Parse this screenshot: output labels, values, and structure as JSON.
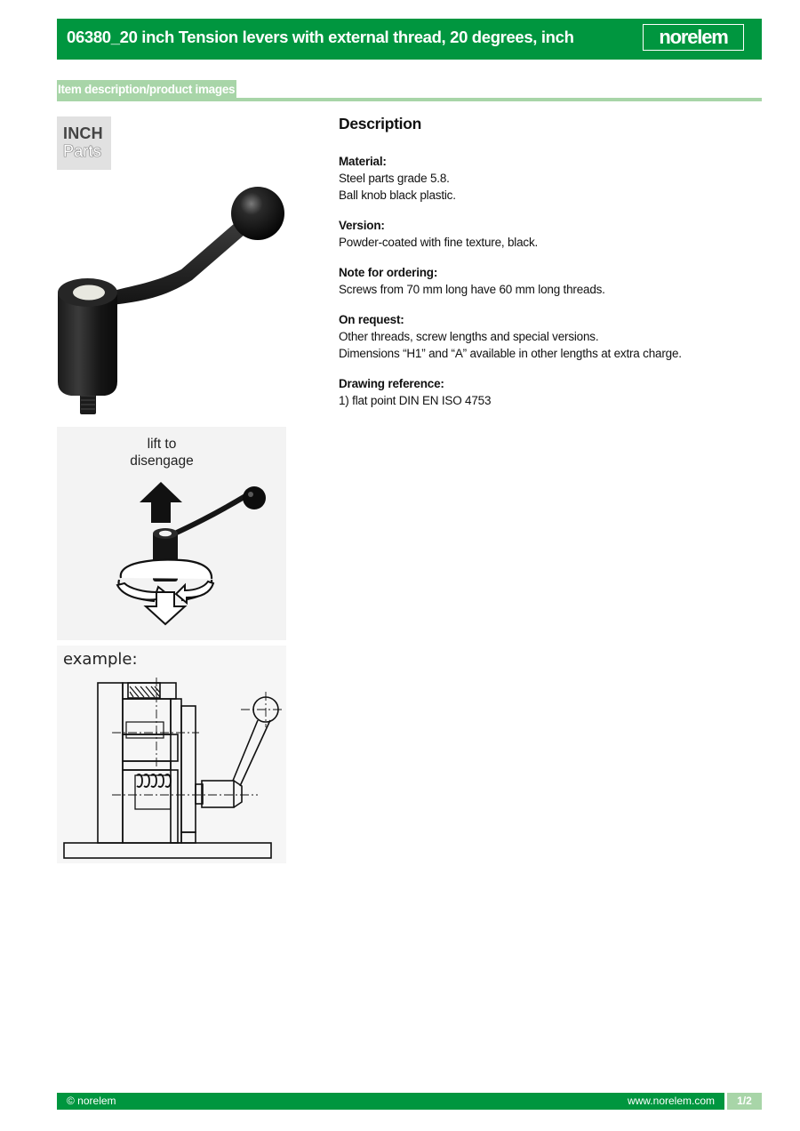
{
  "header": {
    "title": "06380_20 inch Tension levers with external thread, 20 degrees, inch",
    "logo": "norelem"
  },
  "section": {
    "tab_label": "Item description/product images"
  },
  "badge": {
    "line1": "INCH",
    "line2": "Parts"
  },
  "diagram": {
    "lift_line1": "lift to",
    "lift_line2": "disengage"
  },
  "example": {
    "label": "example:"
  },
  "description": {
    "heading": "Description",
    "blocks": [
      {
        "label": "Material:",
        "lines": [
          "Steel parts grade 5.8.",
          "Ball knob black plastic."
        ]
      },
      {
        "label": "Version:",
        "lines": [
          "Powder-coated with fine texture, black."
        ]
      },
      {
        "label": "Note for ordering:",
        "lines": [
          "Screws from 70 mm long have 60 mm long threads."
        ]
      },
      {
        "label": "On request:",
        "lines": [
          "Other threads, screw lengths and special versions.",
          "Dimensions “H1” and “A” available in other lengths at extra charge."
        ]
      },
      {
        "label": "Drawing reference:",
        "lines": [
          "1) flat point DIN EN ISO 4753"
        ]
      }
    ]
  },
  "footer": {
    "copyright": "© norelem",
    "url": "www.norelem.com",
    "page": "1/2"
  },
  "colors": {
    "brand_green": "#00963f",
    "light_green": "#a8d5a8"
  }
}
